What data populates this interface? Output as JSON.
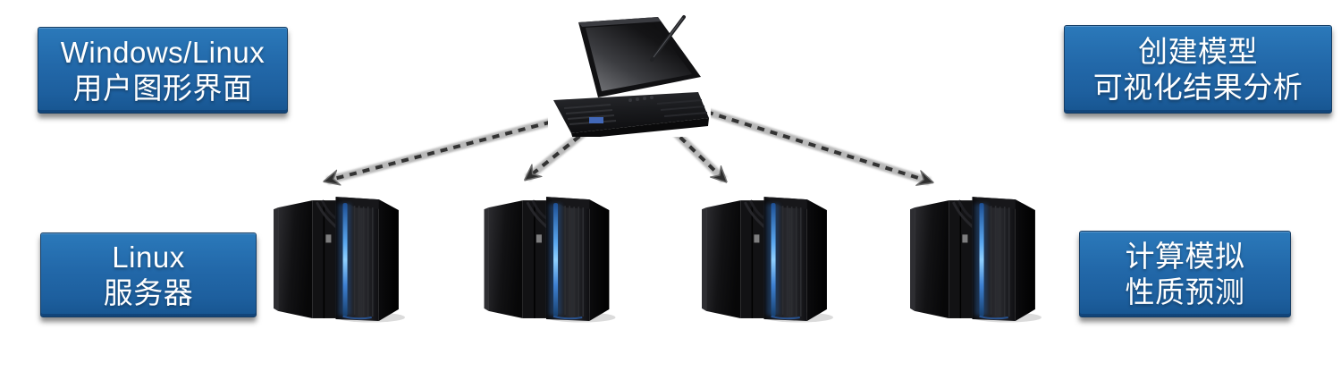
{
  "diagram": {
    "background_color": "#ffffff",
    "accent_color": "#2268a9",
    "connector_color": "#343434",
    "server_led_color": "#4a9be0",
    "labels": {
      "top_left": {
        "line1": "Windows/Linux",
        "line2": "用户图形界面"
      },
      "top_right": {
        "line1": "创建模型",
        "line2": "可视化结果分析"
      },
      "bottom_left": {
        "line1": "Linux",
        "line2": "服务器"
      },
      "bottom_right": {
        "line1": "计算模拟",
        "line2": "性质预测"
      }
    },
    "nodes": {
      "client": {
        "id": "laptop-client",
        "icon": "tablet-laptop-icon"
      },
      "servers": [
        {
          "id": "server-1",
          "icon": "mainframe-server-icon"
        },
        {
          "id": "server-2",
          "icon": "mainframe-server-icon"
        },
        {
          "id": "server-3",
          "icon": "mainframe-server-icon"
        },
        {
          "id": "server-4",
          "icon": "mainframe-server-icon"
        }
      ]
    },
    "connections": [
      {
        "from": "laptop-client",
        "to": "server-1",
        "style": "dashed",
        "arrow": "to-server"
      },
      {
        "from": "laptop-client",
        "to": "server-2",
        "style": "dashed",
        "arrow": "to-server"
      },
      {
        "from": "laptop-client",
        "to": "server-3",
        "style": "dashed",
        "arrow": "to-server"
      },
      {
        "from": "laptop-client",
        "to": "server-4",
        "style": "dashed",
        "arrow": "to-server"
      }
    ]
  }
}
